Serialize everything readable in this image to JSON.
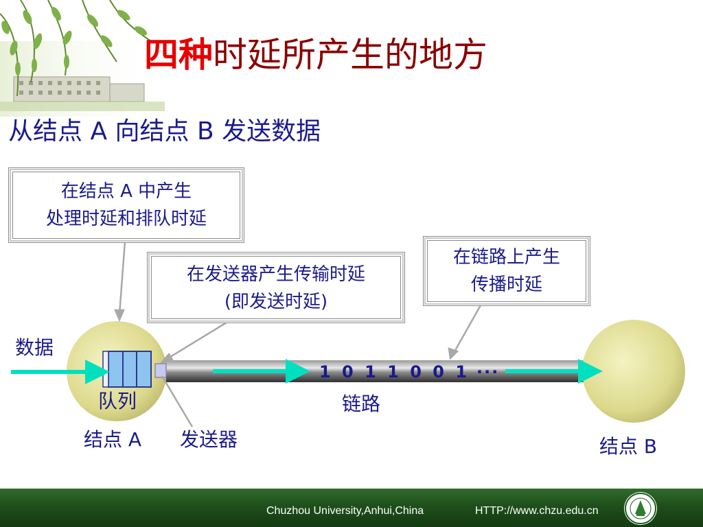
{
  "title": {
    "emphasis": "四种",
    "rest": "时延所产生的地方"
  },
  "subtitle": "从结点 A 向结点 B 发送数据",
  "callouts": {
    "node_a": {
      "line1": "在结点 A 中产生",
      "line2": "处理时延和排队时延"
    },
    "transmitter": {
      "line1": "在发送器产生传输时延",
      "line2": "(即发送时延)"
    },
    "link": {
      "line1": "在链路上产生",
      "line2": "传播时延"
    }
  },
  "labels": {
    "data": "数据",
    "queue": "队列",
    "link": "链路",
    "node_a": "结点 A",
    "sender": "发送器",
    "node_b": "结点 B"
  },
  "bits": {
    "sequence": "1 0 1 1 0 0 1",
    "ellipsis": "···"
  },
  "footer": {
    "left": "Chuzhou University,Anhui,China",
    "right": "HTTP://www.chzu.edu.cn"
  },
  "colors": {
    "title_emphasis": "#e60000",
    "title_rest": "#8b0000",
    "text": "#1a1a8c",
    "arrow": "#00e0c0",
    "footer": "#1f4f1b"
  }
}
